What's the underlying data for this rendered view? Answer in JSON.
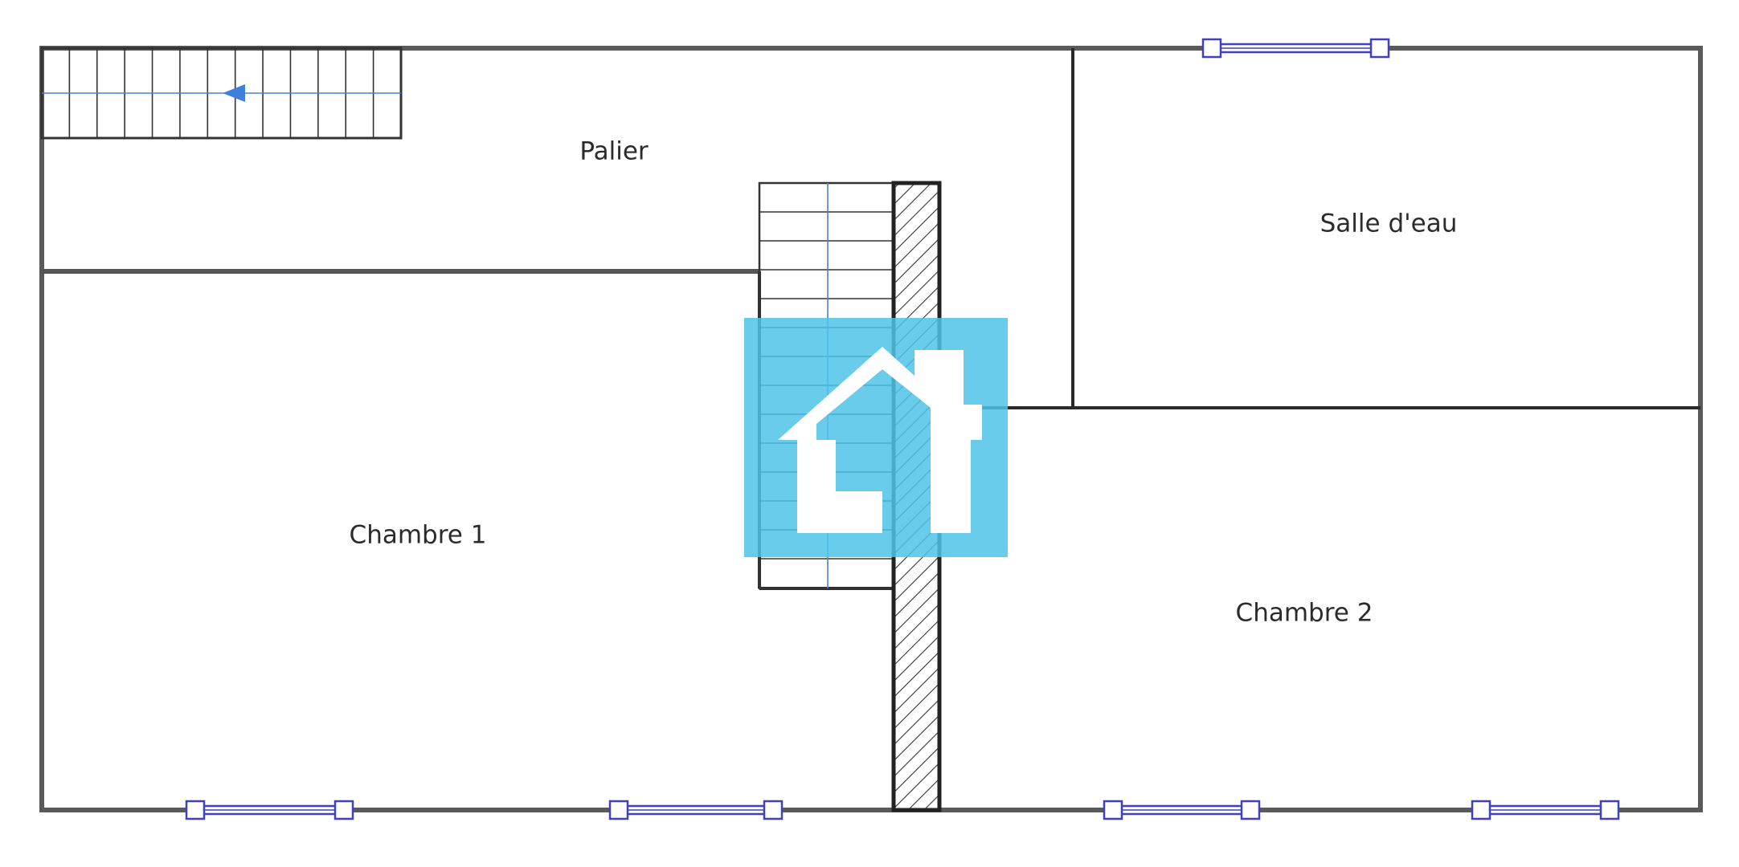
{
  "floor_plan": {
    "rooms": [
      {
        "id": "palier",
        "label": "Palier"
      },
      {
        "id": "salle-d-eau",
        "label": "Salle d'eau"
      },
      {
        "id": "chambre-1",
        "label": "Chambre 1"
      },
      {
        "id": "chambre-2",
        "label": "Chambre 2"
      }
    ],
    "windows_count": 5,
    "colors": {
      "wall": "#5a5a5a",
      "window": "#4040c0",
      "stair_arrow": "#3f7fe0",
      "logo_background": "#4fc3e8",
      "logo_foreground": "#ffffff"
    },
    "icons": [
      "stair-direction-arrow-icon",
      "house-logo-icon"
    ]
  }
}
